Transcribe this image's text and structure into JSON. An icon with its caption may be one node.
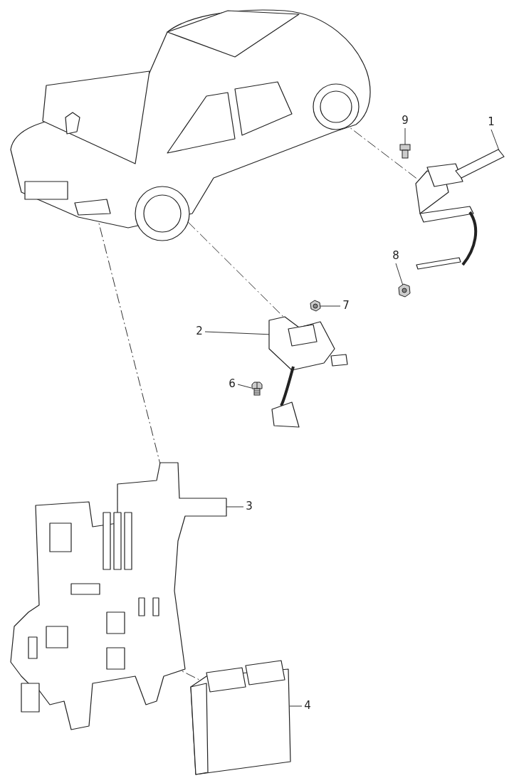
{
  "diagram": {
    "nodes": [
      {
        "text": [],
        "shape": "picture"
      },
      {
        "text": [
          "9"
        ]
      },
      {
        "text": [
          "1"
        ]
      },
      {
        "text": [],
        "shape": "picture"
      },
      {
        "text": [],
        "shape": "picture"
      },
      {
        "text": [
          "8"
        ]
      },
      {
        "text": [],
        "shape": "picture"
      },
      {
        "text": [
          "7"
        ]
      },
      {
        "text": [
          "2"
        ]
      },
      {
        "text": [],
        "shape": "picture"
      },
      {
        "text": [],
        "shape": "picture"
      },
      {
        "text": [
          "6"
        ]
      },
      {
        "text": [],
        "shape": "picture"
      },
      {
        "text": [
          "3"
        ]
      },
      {
        "text": [],
        "shape": "picture"
      },
      {
        "text": [
          "4"
        ]
      },
      {
        "text": [],
        "shape": "picture"
      }
    ],
    "edges": [
      {
        "from": 1,
        "to": 3,
        "arrow": "none"
      },
      {
        "from": 2,
        "to": 4,
        "arrow": "none"
      },
      {
        "from": 5,
        "to": 6,
        "arrow": "none"
      },
      {
        "from": 7,
        "to": 9,
        "arrow": "none"
      },
      {
        "from": 8,
        "to": 10,
        "arrow": "none"
      },
      {
        "from": 11,
        "to": 12,
        "arrow": "none"
      },
      {
        "from": 13,
        "to": 14,
        "arrow": "none"
      },
      {
        "from": 15,
        "to": 16,
        "arrow": "none"
      },
      {
        "from": 0,
        "to": 4,
        "arrow": "none",
        "style": "dashed"
      },
      {
        "from": 0,
        "to": 10,
        "arrow": "none",
        "style": "dashed"
      },
      {
        "from": 0,
        "to": 14,
        "arrow": "none",
        "style": "dashed"
      },
      {
        "from": 14,
        "to": 16,
        "arrow": "none",
        "style": "dashed"
      }
    ]
  }
}
